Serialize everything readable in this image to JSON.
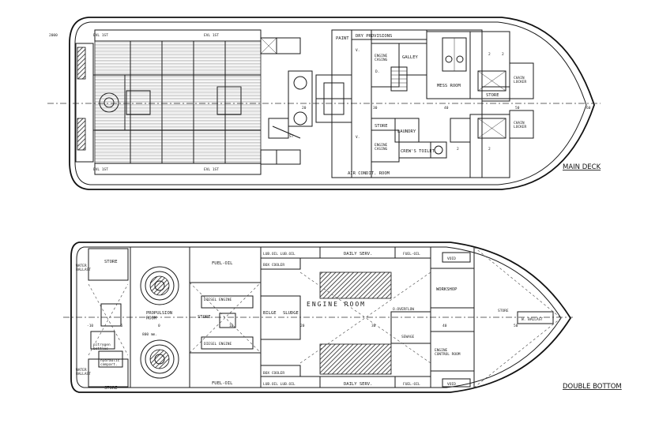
{
  "main_deck": {
    "title": "MAIN DECK",
    "labels": {
      "dimension": "2000",
      "paint": "PAINT",
      "dry_provisions": "DRY PROVISIONS",
      "engine_casing_top": "ENGINE\nCASING",
      "galley": "GALLEY",
      "mess_room": "MESS ROOM",
      "chain_locker_top": "CHAIN\nLOCKER",
      "store_top": "STORE",
      "store_mid": "STORE",
      "laundry": "LAUNDRY",
      "engine_casing_bottom": "ENGINE\nCASING",
      "crews_toilet": "CREW'S TOILET",
      "chain_locker_bottom": "CHAIN\nLOCKER",
      "air_cond_room": "AIR CONDIT. ROOM",
      "evl_1": "EVL 1ST",
      "evl_2": "EVL 1ST",
      "evl_3": "EVL 1ST",
      "evl_4": "EVL 1ST",
      "frame_30": "30",
      "frame_40": "40",
      "frame_50": "50",
      "frame_60": "60",
      "frame_20": "20",
      "num_2a": "2",
      "num_2b": "2",
      "num_2c": "2",
      "num_2d": "2",
      "lv_a": "V.",
      "lv_b": "V.",
      "d_a": "D.",
      "st": "ST"
    }
  },
  "double_bottom": {
    "title": "DOUBLE BOTTOM",
    "labels": {
      "water_ballast_top": "WATER\nBALLAST",
      "water_ballast_bottom": "WATER\nBALLAST",
      "store_tl": "STORE",
      "store_bl": "STORE",
      "fuel_oil_top": "FUEL-OIL",
      "fuel_oil_bottom": "FUEL-OIL",
      "propulsion_room": "PROPULSION\nROOM",
      "store_mid": "STORE",
      "bilge": "BILGE",
      "sludge": "SLUDGE",
      "engine_room": "ENGINE ROOM",
      "lub_oil_top": "LUB.OIL LUB.OIL",
      "lub_oil_bottom": "LUB.OIL LUB.OIL",
      "box_cooler_top": "BOX COOLER",
      "box_cooler_bottom": "BOX COOLER",
      "daily_serv_top": "DAILY SERV.",
      "daily_serv_bottom": "DAILY SERV.",
      "fuel_oil_sm_top": "FUEL-OIL",
      "fuel_oil_sm_bottom": "FUEL-OIL",
      "overflow": "O.OVERFLOW",
      "sewage": "SEWAGE",
      "void_top": "VOID",
      "void_bottom": "VOID",
      "workshop": "WORKSHOP",
      "engine_control_room": "ENGINE\nCONTROL ROOM",
      "store_right": "STORE",
      "w_ballast": "W. BALLAST",
      "nitrogen": "nitrogen\nbottles",
      "hydraulic": "hydraulic\ncompart.",
      "dim_800": "800 mm.",
      "frame_0": "0",
      "frame_10": "10",
      "frame_20": "20",
      "frame_30": "30",
      "frame_40": "40",
      "frame_50": "50",
      "frame_m5": "-5",
      "frame_m10": "-10",
      "motor_top": "DIESEL ENGINE",
      "motor_bottom": "DIESEL ENGINE"
    }
  }
}
